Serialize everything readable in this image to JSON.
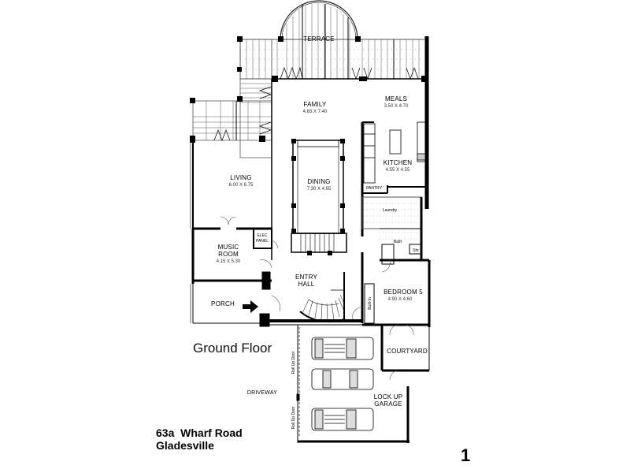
{
  "plan": {
    "title": "Ground Floor",
    "address_line1": "63a  Wharf Road",
    "address_line2": "Gladesville",
    "page_number": "1"
  },
  "rooms": {
    "terrace": {
      "label": "TERRACE"
    },
    "family": {
      "label": "FAMILY",
      "dims": "4.65 X 7.40"
    },
    "meals": {
      "label": "MEALS",
      "dims": "3.50 X 4.70"
    },
    "kitchen": {
      "label": "KITCHEN",
      "dims": "4.55 X 4.55"
    },
    "pantry": {
      "label": "PANTRY"
    },
    "laundry": {
      "label": "Laundry"
    },
    "bath": {
      "label": "Bath"
    },
    "shower": {
      "label": "Shr"
    },
    "living": {
      "label": "LIVING",
      "dims": "6.00 X 6.75"
    },
    "dining": {
      "label": "DINING",
      "dims": "7.30 X 4.65"
    },
    "elec_panel": {
      "label1": "ELEC",
      "label2": "PANEL"
    },
    "music_room": {
      "label1": "MUSIC",
      "label2": "ROOM",
      "dims": "4.15 X 5.30"
    },
    "entry_hall": {
      "label1": "ENTRY",
      "label2": "HALL"
    },
    "porch": {
      "label": "PORCH"
    },
    "bedroom5": {
      "label": "BEDROOM 5",
      "dims": "4.90 X 4.60"
    },
    "built_in": {
      "label": "Built-In"
    },
    "courtyard": {
      "label": "COURTYARD"
    },
    "driveway": {
      "label": "DRIVEWAY"
    },
    "garage": {
      "label1": "LOCK UP",
      "label2": "GARAGE"
    },
    "roll_up_door_1": {
      "label": "Roll Up Door"
    },
    "roll_up_door_2": {
      "label": "Roll Up Door"
    }
  },
  "colors": {
    "wall": "#000000",
    "grid": "#333333",
    "background": "#ffffff",
    "car_fill": "#dddddd"
  }
}
